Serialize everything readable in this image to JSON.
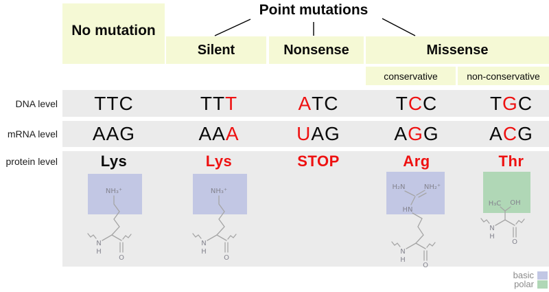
{
  "header": {
    "title": "Point mutations",
    "no_mutation": "No mutation",
    "silent": "Silent",
    "nonsense": "Nonsense",
    "missense": "Missense",
    "conservative": "conservative",
    "non_conservative": "non-conservative"
  },
  "rows": {
    "dna": "DNA level",
    "mrna": "mRNA level",
    "protein": "protein level"
  },
  "columns": [
    {
      "key": "no-mutation",
      "dna": {
        "pre": "TTC",
        "mut": "",
        "post": ""
      },
      "mrna": {
        "pre": "AAG",
        "mut": "",
        "post": ""
      },
      "protein": {
        "label": "Lys",
        "changed": false
      },
      "structure": "lysine",
      "side_chain_class": "basic"
    },
    {
      "key": "silent",
      "dna": {
        "pre": "TT",
        "mut": "T",
        "post": ""
      },
      "mrna": {
        "pre": "AA",
        "mut": "A",
        "post": ""
      },
      "protein": {
        "label": "Lys",
        "changed": true
      },
      "structure": "lysine",
      "side_chain_class": "basic"
    },
    {
      "key": "nonsense",
      "dna": {
        "pre": "",
        "mut": "A",
        "post": "TC"
      },
      "mrna": {
        "pre": "",
        "mut": "U",
        "post": "AG"
      },
      "protein": {
        "label": "STOP",
        "changed": true
      },
      "structure": null,
      "side_chain_class": null
    },
    {
      "key": "missense-conservative",
      "dna": {
        "pre": "T",
        "mut": "C",
        "post": "C"
      },
      "mrna": {
        "pre": "A",
        "mut": "G",
        "post": "G"
      },
      "protein": {
        "label": "Arg",
        "changed": true
      },
      "structure": "arginine",
      "side_chain_class": "basic"
    },
    {
      "key": "missense-non-conservative",
      "dna": {
        "pre": "T",
        "mut": "G",
        "post": "C"
      },
      "mrna": {
        "pre": "A",
        "mut": "C",
        "post": "G"
      },
      "protein": {
        "label": "Thr",
        "changed": true
      },
      "structure": "threonine",
      "side_chain_class": "polar"
    }
  ],
  "molecules": {
    "lysine": {
      "amine": "NH₃⁺"
    },
    "arginine": {
      "left_amine": "H₂N",
      "right_amine": "NH₂⁺",
      "imine": "HN"
    },
    "threonine": {
      "methyl": "H₃C",
      "hydroxyl": "OH"
    },
    "backbone": {
      "n": "N",
      "h": "H",
      "o": "O"
    }
  },
  "legend": [
    {
      "label": "basic",
      "color": "#c2c7e4"
    },
    {
      "label": "polar",
      "color": "#b0d7b6"
    }
  ],
  "colors": {
    "mutation_red": "#ee1111",
    "header_yellow": "#f5f9d5",
    "row_gray": "#ebebeb",
    "basic": "#c2c7e4",
    "polar": "#b0d7b6"
  }
}
